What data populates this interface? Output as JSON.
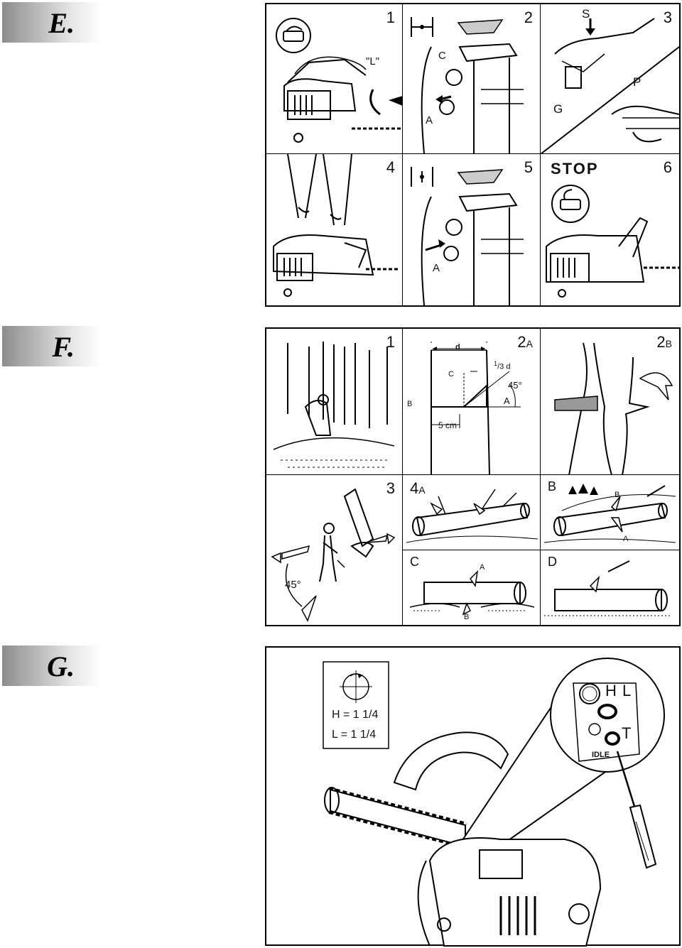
{
  "sections": [
    {
      "letter": "E."
    },
    {
      "letter": "F."
    },
    {
      "letter": "G."
    }
  ],
  "E": {
    "panels": [
      "1",
      "2",
      "3",
      "4",
      "5",
      "6"
    ],
    "labels": {
      "L": "\"L\"",
      "C": "C",
      "A": "A",
      "S": "S",
      "G": "G",
      "P": "P",
      "A5": "A",
      "stop": "STOP"
    }
  },
  "F": {
    "panels": [
      "1",
      "2",
      "2",
      "3",
      "4",
      "B",
      "C",
      "D"
    ],
    "panel_suffix": {
      "p2a": "A",
      "p2b": "B",
      "p4a": "A"
    },
    "labels": {
      "d": "d",
      "frac1": "1",
      "frac3": "/3",
      "fracd": "d",
      "c": "C",
      "b": "B",
      "a": "A",
      "deg45": "45°",
      "cm": "5 cm",
      "walk45": "45°",
      "b2": "B",
      "a2": "A",
      "a3": "A",
      "b3": "B"
    }
  },
  "G": {
    "settings": [
      "H = 1 1/4",
      "L = 1 1/4"
    ],
    "labels": {
      "H": "H",
      "L": "L",
      "T": "T",
      "idle": "IDLE"
    }
  }
}
